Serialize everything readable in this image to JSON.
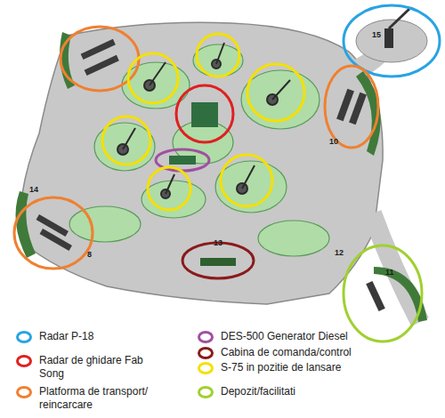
{
  "diagram": {
    "labels": [
      "15",
      "10",
      "14",
      "8",
      "13",
      "12",
      "11"
    ],
    "legend": [
      {
        "text": "Radar P-18",
        "color": "#29a3e3"
      },
      {
        "text": "DES-500 Generator Diesel",
        "color": "#a050a0"
      },
      {
        "text": "Radar de ghidare Fab Song",
        "color": "#e02020"
      },
      {
        "text": "Cabina de comanda/control",
        "color": "#8b1a1a"
      },
      {
        "text": "Platforma de transport/ reincarcare",
        "color": "#f08030"
      },
      {
        "text": "S-75 in pozitie de lansare",
        "color": "#f5e000"
      },
      {
        "text": "Depozit/facilitati",
        "color": "#a0d030"
      }
    ]
  }
}
